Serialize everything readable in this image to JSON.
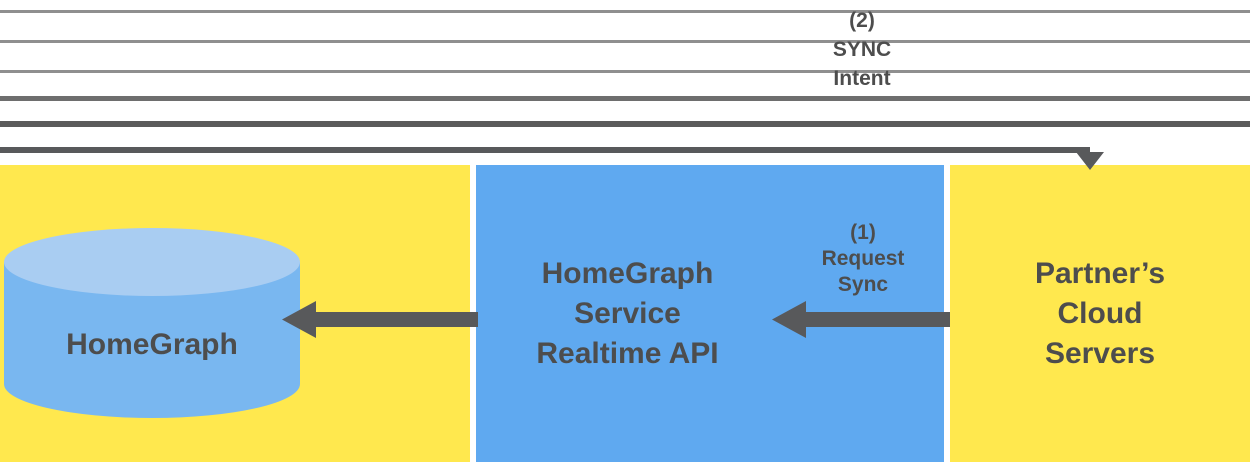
{
  "diagram": {
    "boxes": {
      "homegraph": {
        "label": "HomeGraph"
      },
      "service": {
        "label": "HomeGraph\nService\nRealtime API"
      },
      "partner": {
        "label": "Partner’s\nCloud\nServers"
      }
    },
    "annotations": {
      "step1": "(1)\nRequest\nSync",
      "step2": "(2)\nSYNC\nIntent"
    },
    "colors": {
      "box_yellow": "#FFE84E",
      "box_blue": "#5FA9F0",
      "cylinder_body": "#79B7F0",
      "cylinder_top": "#A9CDF2",
      "arrow_gray": "#58595B",
      "text_dark": "#4D4D4D"
    }
  }
}
